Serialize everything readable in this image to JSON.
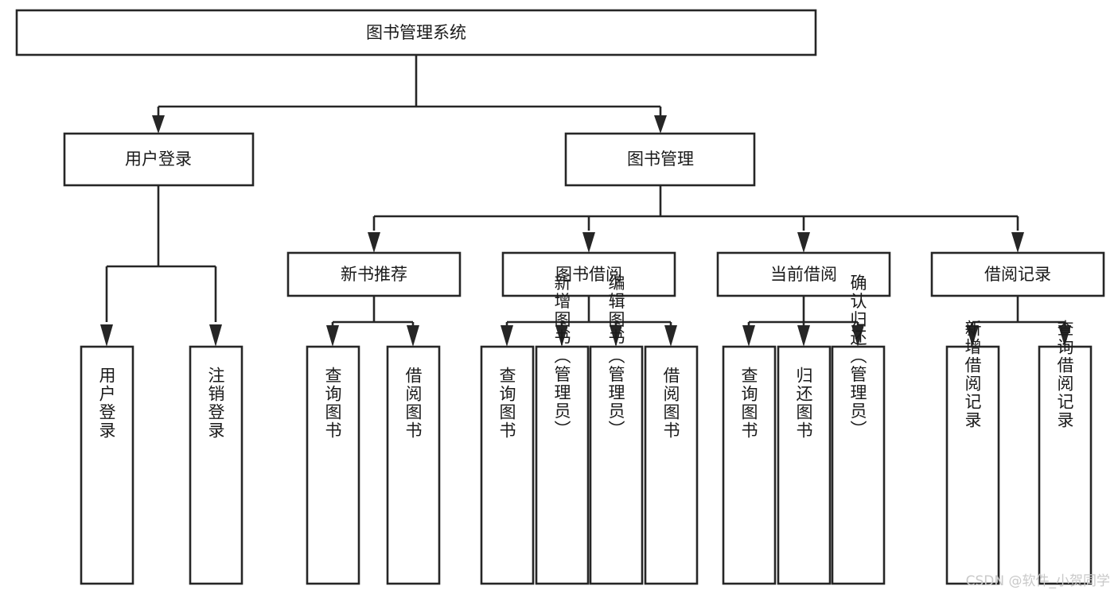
{
  "diagram": {
    "type": "tree-hierarchy",
    "title": "图书管理系统",
    "watermark": "CSDN @软件_小贺同学",
    "colors": {
      "stroke": "#262626",
      "fill": "#ffffff",
      "text": "#1a1a1a",
      "watermark": "#c9c9c9",
      "background": "#ffffff"
    },
    "levels": [
      {
        "level": 1,
        "nodes": [
          {
            "id": "root",
            "label": "图书管理系统",
            "orientation": "horizontal"
          }
        ]
      },
      {
        "level": 2,
        "nodes": [
          {
            "id": "user-login",
            "label": "用户登录",
            "orientation": "horizontal",
            "parent": "root"
          },
          {
            "id": "book-manage",
            "label": "图书管理",
            "orientation": "horizontal",
            "parent": "root"
          }
        ]
      },
      {
        "level": 3,
        "nodes": [
          {
            "id": "new-book-rec",
            "label": "新书推荐",
            "orientation": "horizontal",
            "parent": "book-manage"
          },
          {
            "id": "book-borrow",
            "label": "图书借阅",
            "orientation": "horizontal",
            "parent": "book-manage"
          },
          {
            "id": "current-borrow",
            "label": "当前借阅",
            "orientation": "horizontal",
            "parent": "book-manage"
          },
          {
            "id": "borrow-record",
            "label": "借阅记录",
            "orientation": "horizontal",
            "parent": "book-manage"
          }
        ]
      },
      {
        "level": 4,
        "nodes": [
          {
            "id": "leaf-1",
            "label": "用户登录",
            "orientation": "vertical",
            "parent": "user-login"
          },
          {
            "id": "leaf-2",
            "label": "注销登录",
            "orientation": "vertical",
            "parent": "user-login"
          },
          {
            "id": "leaf-3",
            "label": "查询图书",
            "orientation": "vertical",
            "parent": "new-book-rec"
          },
          {
            "id": "leaf-4",
            "label": "借阅图书",
            "orientation": "vertical",
            "parent": "new-book-rec"
          },
          {
            "id": "leaf-5",
            "label": "查询图书",
            "orientation": "vertical",
            "parent": "book-borrow"
          },
          {
            "id": "leaf-6",
            "label": "新增图书（管理员）",
            "orientation": "vertical",
            "parent": "book-borrow"
          },
          {
            "id": "leaf-7",
            "label": "编辑图书（管理员）",
            "orientation": "vertical",
            "parent": "book-borrow"
          },
          {
            "id": "leaf-8",
            "label": "借阅图书",
            "orientation": "vertical",
            "parent": "book-borrow"
          },
          {
            "id": "leaf-9",
            "label": "查询图书",
            "orientation": "vertical",
            "parent": "current-borrow"
          },
          {
            "id": "leaf-10",
            "label": "归还图书",
            "orientation": "vertical",
            "parent": "current-borrow"
          },
          {
            "id": "leaf-11",
            "label": "确认归还（管理员）",
            "orientation": "vertical",
            "parent": "current-borrow"
          },
          {
            "id": "leaf-12",
            "label": "新增借阅记录",
            "orientation": "vertical",
            "parent": "borrow-record"
          },
          {
            "id": "leaf-13",
            "label": "查询借阅记录",
            "orientation": "vertical",
            "parent": "borrow-record"
          }
        ]
      }
    ]
  }
}
